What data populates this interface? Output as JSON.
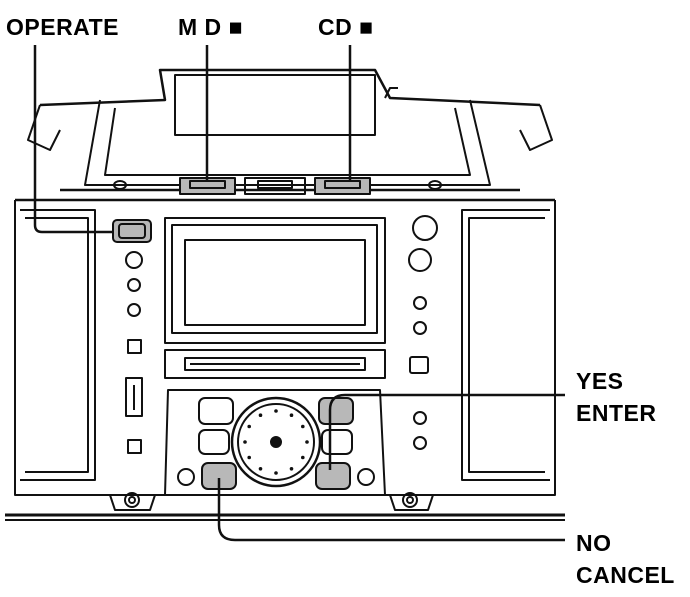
{
  "labels": {
    "operate": "OPERATE",
    "md_stop": "M D",
    "cd_stop": "CD",
    "yes": "YES",
    "enter": "ENTER",
    "no": "NO",
    "cancel": "CANCEL"
  },
  "stop_symbol": "■",
  "colors": {
    "ink": "#111111",
    "highlight": "#b8b8b8",
    "panel": "#ffffff"
  }
}
